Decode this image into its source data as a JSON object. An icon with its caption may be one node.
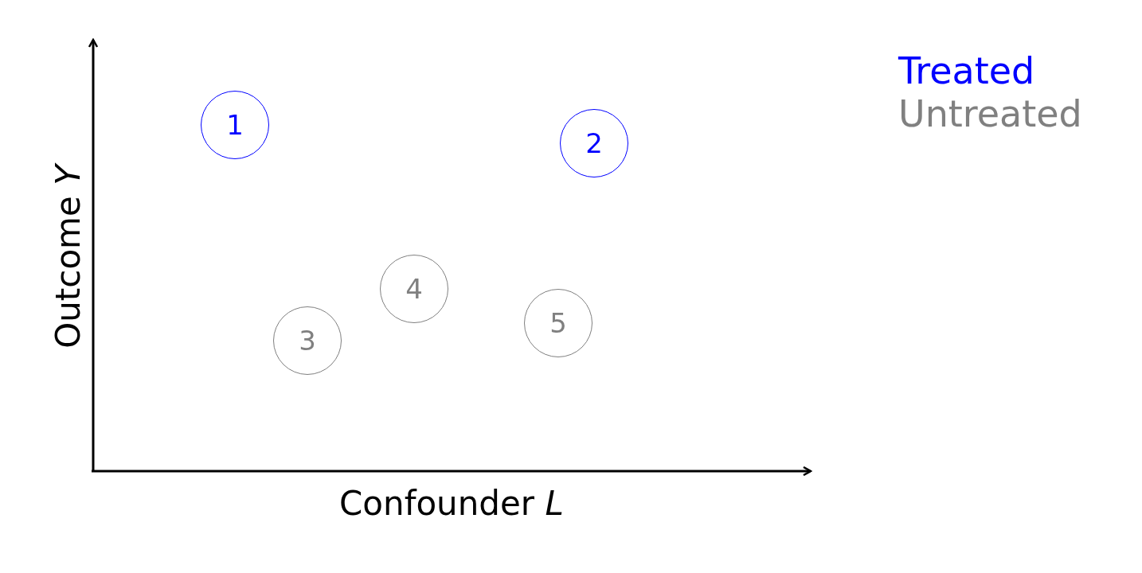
{
  "diagram": {
    "nodes": [
      {
        "text": [
          "1"
        ]
      },
      {
        "text": [
          "2"
        ]
      },
      {
        "text": [
          "3"
        ]
      },
      {
        "text": [
          "4"
        ]
      },
      {
        "text": [
          "5"
        ]
      }
    ],
    "labels": [
      "Outcome *Y*",
      "Confounder *L*"
    ],
    "legend": [
      {
        "text": "Treated",
        "color": "#0000ff"
      },
      {
        "text": "Untreated",
        "color": "#808080"
      }
    ]
  }
}
